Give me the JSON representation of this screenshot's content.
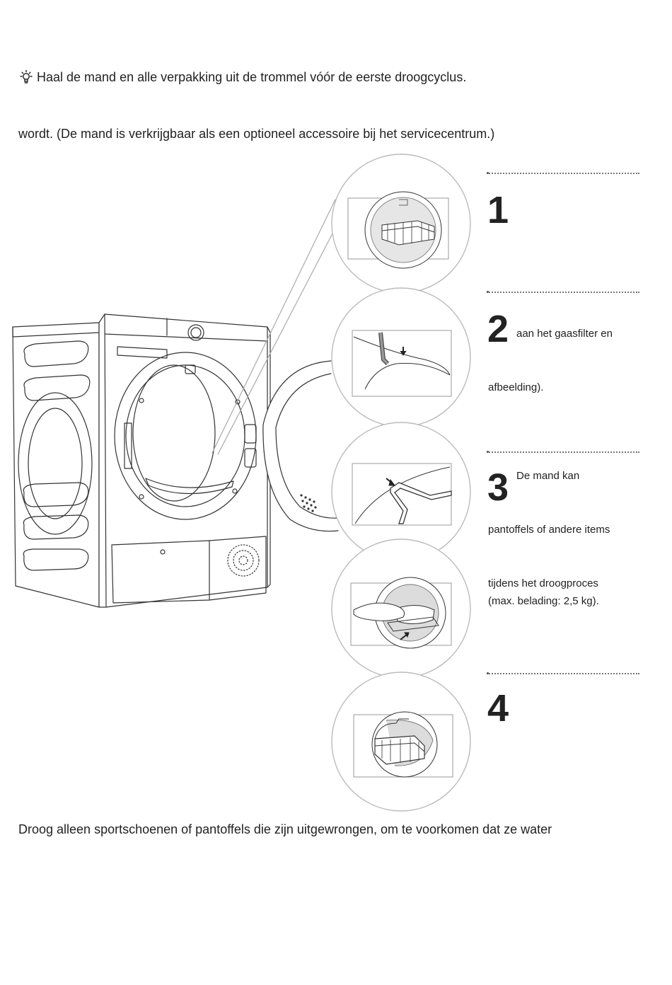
{
  "intro": {
    "tip_text": "Haal de mand en alle verpakking uit de trommel vóór de eerste droogcyclus.",
    "line2": "wordt. (De mand is verkrijgbaar als een optioneel accessoire bij het servicecentrum.)"
  },
  "steps": [
    {
      "number": "1",
      "text": ""
    },
    {
      "number": "2",
      "text_inline": "aan het gaasfilter en",
      "text_below": "afbeelding)."
    },
    {
      "number": "3",
      "text_inline": "De mand kan",
      "text_line2": "pantoffels of andere items",
      "text_line3": "tijdens het droogproces",
      "text_line4": "(max. belading: 2,5 kg)."
    },
    {
      "number": "4",
      "text": ""
    }
  ],
  "footer": {
    "text": "Droog alleen sportschoenen of pantoffels die zijn uitgewrongen, om te voorkomen dat ze water"
  },
  "icons": {
    "tip": "lightbulb-icon"
  }
}
